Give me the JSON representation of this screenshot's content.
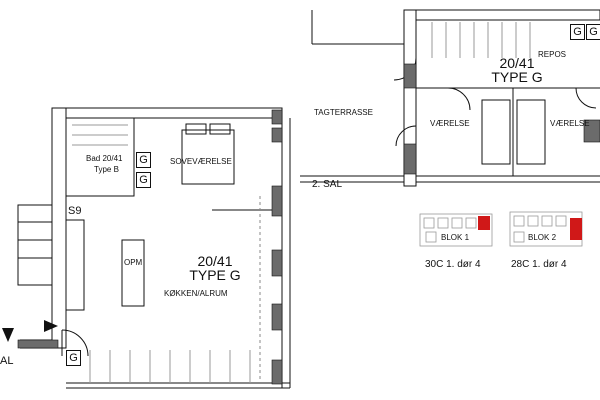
{
  "unit": {
    "name": "20/41",
    "type": "TYPE G",
    "rooms": {
      "bedroom": "SOVEVÆRELSE",
      "kitchen_living": "KØKKEN/ALRUM",
      "bathroom_name": "Bad 20/41",
      "bathroom_type": "Type B",
      "oven": "OPM",
      "s9": "S9",
      "g_label": "G"
    }
  },
  "upper_floor": {
    "name": "20/41",
    "type": "TYPE G",
    "floor_label": "2. SAL",
    "terrace": "TAGTERRASSE",
    "landing": "REPOS",
    "room_left": "VÆRELSE",
    "room_right": "VÆRELSE"
  },
  "cut_off_label": "AL",
  "key_plans": [
    {
      "block": "BLOK 1",
      "caption": "30C 1. dør 4"
    },
    {
      "block": "BLOK 2",
      "caption": "28C 1. dør 4"
    }
  ],
  "colors": {
    "line": "#111111",
    "wall_fill": "#6b6b6b",
    "highlight": "#d01818",
    "keyplan_grey": "#9a9a9a"
  }
}
